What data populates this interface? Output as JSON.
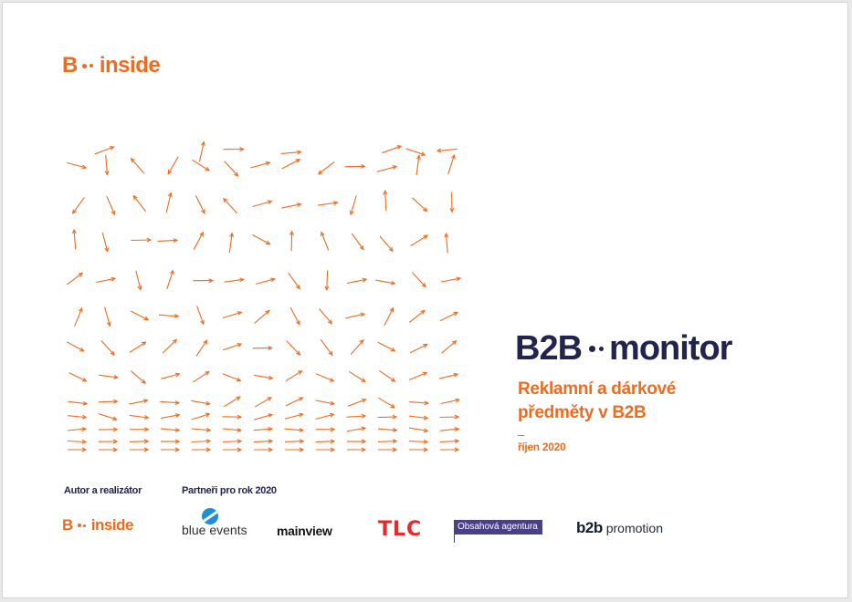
{
  "brand": {
    "b_letter": "B",
    "word": "inside",
    "color": "#ee6c22"
  },
  "report": {
    "title_left": "B2B",
    "title_right": "monitor",
    "subtitle_line1": "Reklamní a dárkové",
    "subtitle_line2": "předměty v B2B",
    "date": "říjen 2020",
    "title_color": "#23244d"
  },
  "footer": {
    "author_label": "Autor a realizátor",
    "partners_label": "Partneři pro rok 2020",
    "partners": {
      "blue_events": "blue events",
      "mainview": "mainview",
      "tlc": "TLC",
      "obsahova": "Obsahová agentura",
      "b2b_mark": "b2b",
      "b2b_word": "promotion"
    }
  },
  "decor": {
    "arrow_icon": "arrow-icon",
    "arrow_color": "#ee6c22"
  }
}
